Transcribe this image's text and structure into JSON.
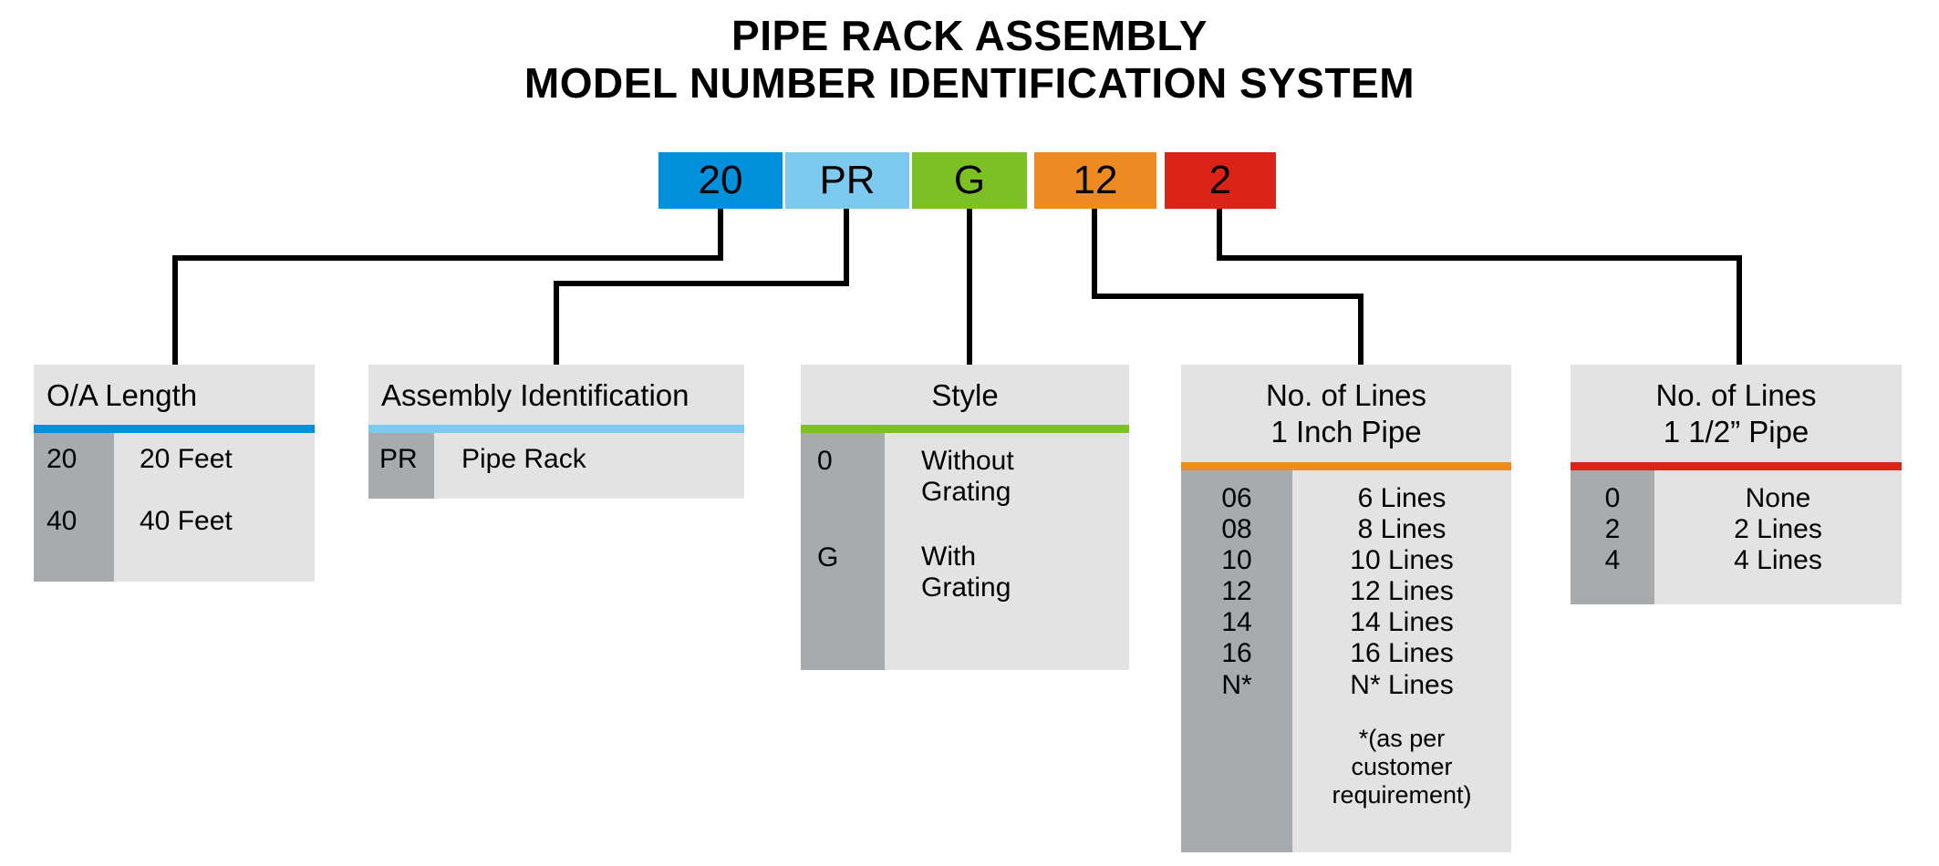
{
  "title": {
    "line1": "PIPE RACK ASSEMBLY",
    "line2": "MODEL NUMBER IDENTIFICATION SYSTEM"
  },
  "model_number": {
    "segments": [
      {
        "value": "20",
        "color": "#0090dc"
      },
      {
        "value": "PR",
        "color": "#7ccaf0"
      },
      {
        "value": "G",
        "color": "#7cc023"
      },
      {
        "value": "12",
        "color": "#ed8b22"
      },
      {
        "value": "2",
        "color": "#dc2318"
      }
    ]
  },
  "legends": [
    {
      "id": "oa-length",
      "title": "O/A Length",
      "accent": "#0090dc",
      "rows": [
        {
          "code": "20",
          "desc": "20 Feet"
        },
        {
          "code": "40",
          "desc": "40 Feet"
        }
      ]
    },
    {
      "id": "assembly",
      "title": "Assembly Identification",
      "accent": "#7ccaf0",
      "rows": [
        {
          "code": "PR",
          "desc": "Pipe Rack"
        }
      ]
    },
    {
      "id": "style",
      "title": "Style",
      "accent": "#7cc023",
      "rows": [
        {
          "code": "0",
          "desc": "Without\nGrating"
        },
        {
          "code": "G",
          "desc": "With\nGrating"
        }
      ]
    },
    {
      "id": "lines-1in",
      "title": "No. of Lines\n1 Inch Pipe",
      "accent": "#ed8b22",
      "rows": [
        {
          "code": "06",
          "desc": "6 Lines"
        },
        {
          "code": "08",
          "desc": "8 Lines"
        },
        {
          "code": "10",
          "desc": "10 Lines"
        },
        {
          "code": "12",
          "desc": "12 Lines"
        },
        {
          "code": "14",
          "desc": "14 Lines"
        },
        {
          "code": "16",
          "desc": "16 Lines"
        },
        {
          "code": "N*",
          "desc": "N* Lines"
        }
      ],
      "footnote": "*(as per\ncustomer\nrequirement)"
    },
    {
      "id": "lines-15in",
      "title": "No. of Lines\n1 1/2” Pipe",
      "accent": "#dc2318",
      "rows": [
        {
          "code": "0",
          "desc": "None"
        },
        {
          "code": "2",
          "desc": "2 Lines"
        },
        {
          "code": "4",
          "desc": "4 Lines"
        }
      ]
    }
  ],
  "colors": {
    "panel_bg": "#e3e3e3",
    "code_col_bg": "#a8abae",
    "connector": "#000000",
    "text": "#000000"
  }
}
